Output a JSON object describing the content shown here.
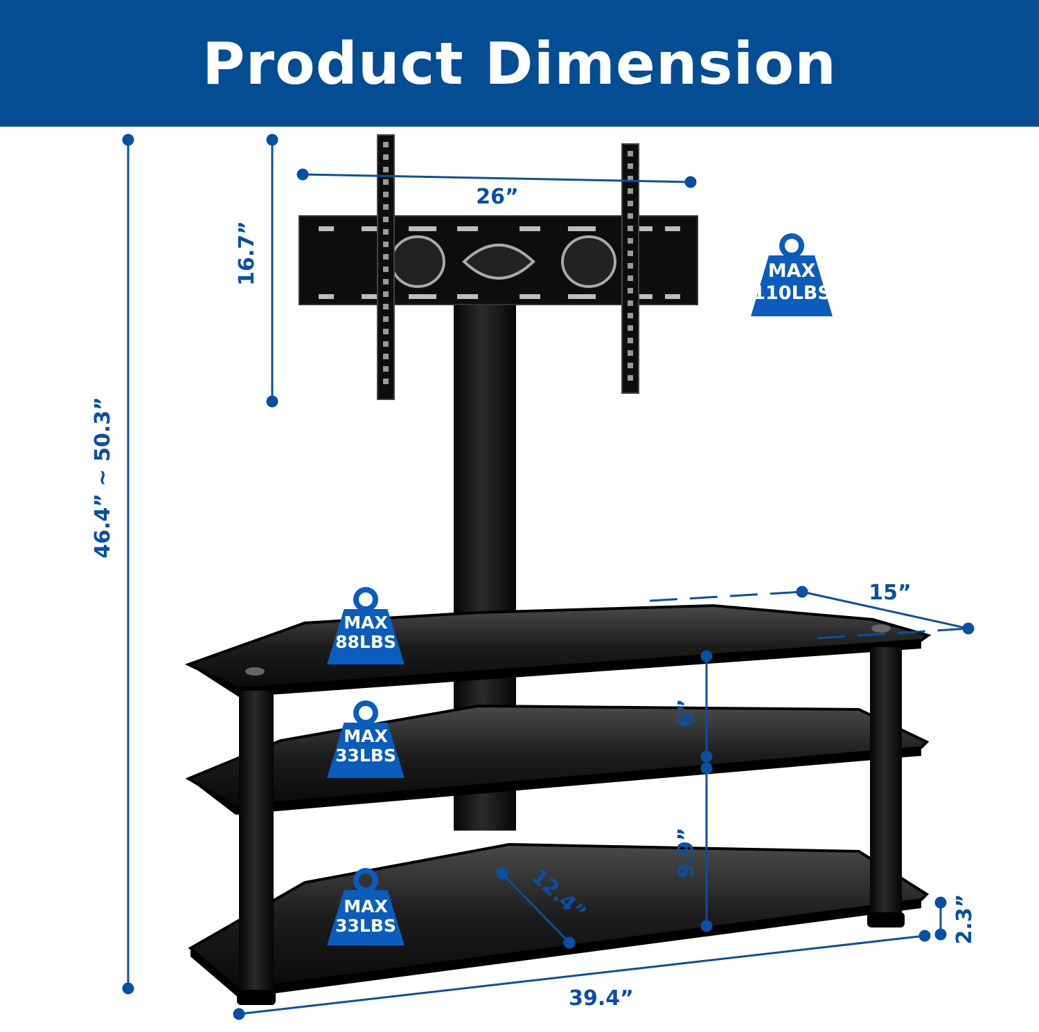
{
  "title": "Product Dimension",
  "colors": {
    "banner": "#044d93",
    "dimension": "#0b4fa3",
    "weight_badge": "#0b5cbd",
    "product": "#111111"
  },
  "dimensions": {
    "total_height": "46.4”  ~  50.3”",
    "mount_height": "16.7”",
    "mount_width": "26”",
    "shelf_depth": "15”",
    "shelf_gap_top": "6”",
    "shelf_gap_bottom": "9.9”",
    "bottom_shelf_depth": "12.4”",
    "foot_height": "2.3”",
    "shelf_width": "39.4”"
  },
  "weight_badges": {
    "mount": {
      "line1": "MAX",
      "line2": "110LBS"
    },
    "top_shelf": {
      "line1": "MAX",
      "line2": "88LBS"
    },
    "middle_shelf": {
      "line1": "MAX",
      "line2": "33LBS"
    },
    "bottom_shelf": {
      "line1": "MAX",
      "line2": "33LBS"
    }
  }
}
